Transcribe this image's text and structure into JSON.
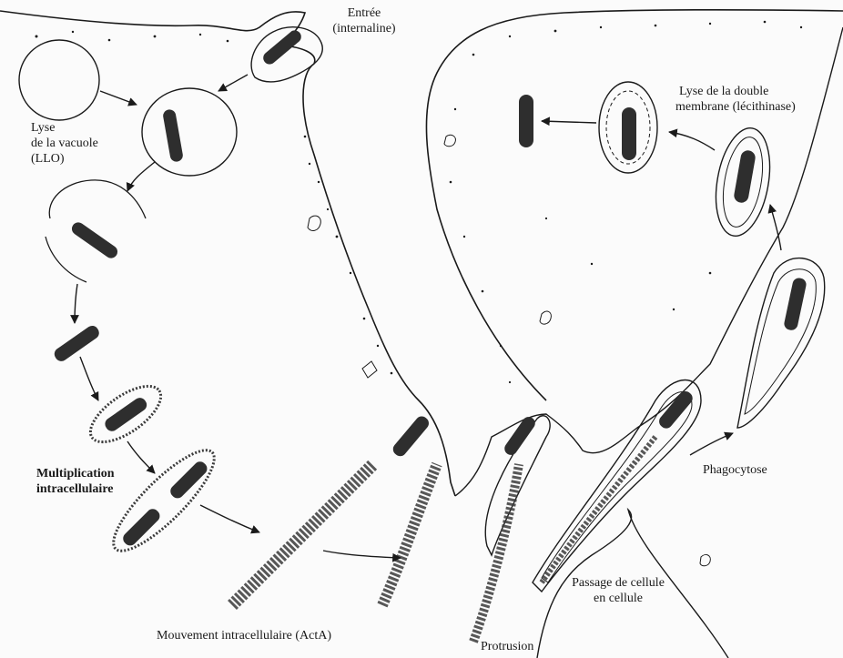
{
  "labels": {
    "entry_line1": "Entrée",
    "entry_line2": "(internaline)",
    "vacuole_lysis_line1": "Lyse",
    "vacuole_lysis_line2": "de la vacuole",
    "vacuole_lysis_line3": "(LLO)",
    "double_membrane_line1": "Lyse de la double",
    "double_membrane_line2": "membrane (lécithinase)",
    "multiplication_line1": "Multiplication",
    "multiplication_line2": "intracellulaire",
    "movement": "Mouvement intracellulaire (ActA)",
    "protrusion": "Protrusion",
    "phagocytosis": "Phagocytose",
    "cell_passage_line1": "Passage de cellule",
    "cell_passage_line2": "en cellule"
  },
  "colors": {
    "ink": "#1a1a1a",
    "bacterium": "#2e2e2e",
    "actin_tail": "#3a3a3a",
    "background": "#fbfbfb"
  }
}
